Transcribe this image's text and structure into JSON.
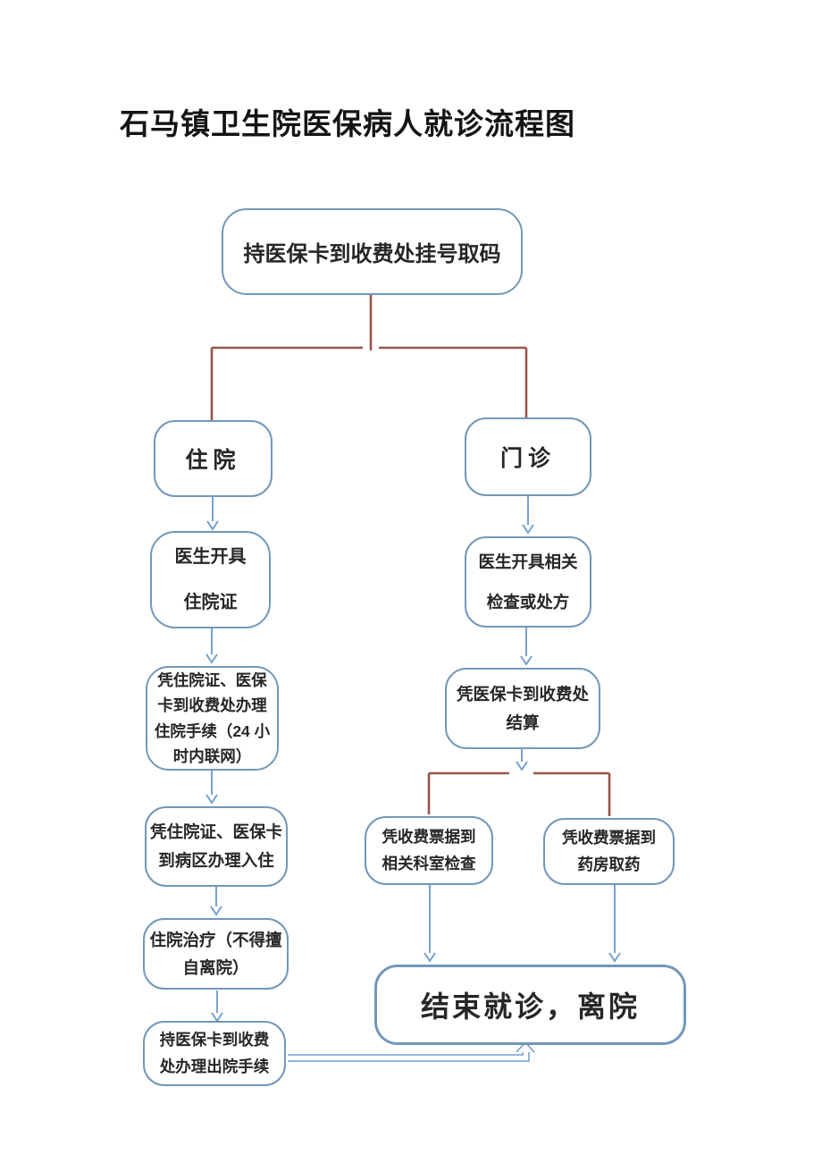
{
  "title": "石马镇卫生院医保病人就诊流程图",
  "colors": {
    "box_border": "#7397b9",
    "arrow_blue": "#6f9dce",
    "split_maroon": "#96544d",
    "text": "#262626",
    "background": "#ffffff"
  },
  "nodes": {
    "start": "持医保卡到收费处挂号取码",
    "inpatient": "住院",
    "outpatient": "门诊",
    "cert": "医生开具\n住院证",
    "proc": "凭住院证、医保\n卡到收费处办理\n住院手续（24 小\n时内联网）",
    "ward": "凭住院证、医保卡\n到病区办理入住",
    "treat": "住院治疗（不得擅\n自离院）",
    "discharge": "持医保卡到收费\n处办理出院手续",
    "rx": "医生开具相关\n检查或处方",
    "settle": "凭医保卡到收费处\n结算",
    "exam": "凭收费票据到\n相关科室检查",
    "pharm": "凭收费票据到\n药房取药",
    "end": "结束就诊，离院"
  }
}
